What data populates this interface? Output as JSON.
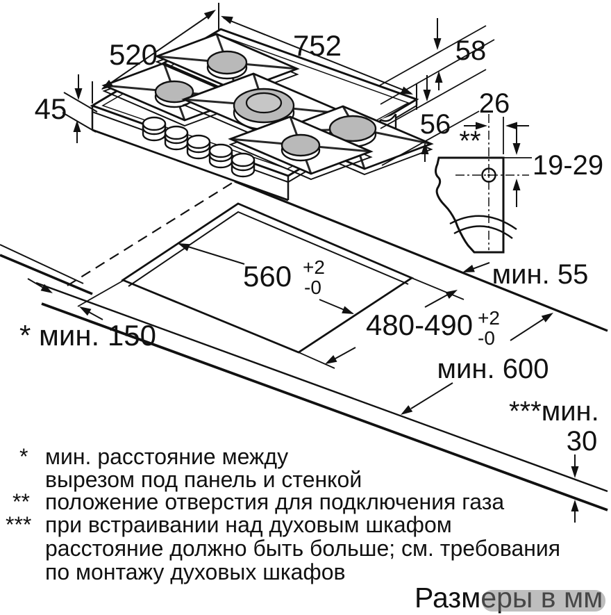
{
  "diagram": {
    "title_hidden": "",
    "dimensions": {
      "hob_width": "752",
      "hob_depth": "520",
      "hob_front_height": "45",
      "edge_58": "58",
      "edge_56": "56",
      "gas_hole_offset": "26",
      "gas_hole_range": "19-29",
      "gas_marker": "**",
      "cutout_width": "560",
      "cutout_width_tol_plus": "+2",
      "cutout_width_tol_minus": "-0",
      "cutout_depth": "480-490",
      "cutout_depth_tol_plus": "+2",
      "cutout_depth_tol_minus": "-0",
      "min_back_clearance": "мин. 55",
      "min_left_clearance": "* мин. 150",
      "min_counter_depth": "мин. 600",
      "min_front_label": "***мин.",
      "min_front_value": "30"
    },
    "footnotes": [
      {
        "marker": "*",
        "lines": [
          "мин. расстояние между",
          "вырезом под панель и стенкой"
        ]
      },
      {
        "marker": "**",
        "lines": [
          "положение отверстия для подключения газа"
        ]
      },
      {
        "marker": "***",
        "lines": [
          "при встраивании над духовым шкафом",
          "расстояние должно быть больше; см. требования",
          "по монтажу духовых шкафов"
        ]
      }
    ],
    "units_note": "Размеры в мм",
    "colors": {
      "line": "#111111",
      "burner_cap": "#b9b9b9",
      "background": "#ffffff"
    }
  }
}
